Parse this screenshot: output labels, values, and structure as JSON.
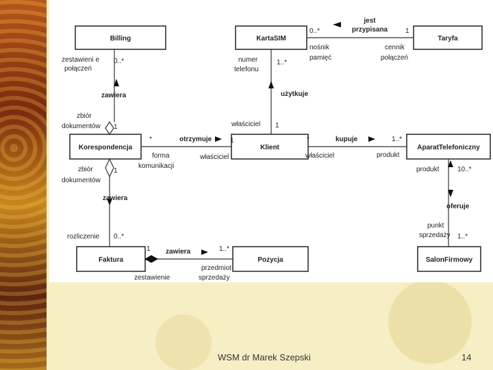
{
  "classes": {
    "billing": "Billing",
    "kartasim": "KartaSIM",
    "taryfa": "Taryfa",
    "korespondencja": "Korespondencja",
    "klient": "Klient",
    "aparat": "AparatTelefoniczny",
    "faktura": "Faktura",
    "pozycja": "Pozycja",
    "salon": "SalonFirmowy"
  },
  "relations": {
    "jest_przypisana_1": "jest",
    "jest_przypisana_2": "przypisana",
    "uzytkuje": "użytkuje",
    "zawiera_top": "zawiera",
    "otrzymuje": "otrzymuje",
    "kupuje": "kupuje",
    "zawiera_mid": "zawiera",
    "oferuje": "oferuje",
    "zawiera_bottom": "zawiera"
  },
  "roles": {
    "billing_zestawienie_1": "zestawieni e",
    "billing_zestawienie_2": "połączeń",
    "nosnik_1": "nośnik",
    "nosnik_2": "pamięć",
    "cennik_1": "cennik",
    "cennik_2": "połączeń",
    "numer_1": "numer",
    "numer_2": "telefonu",
    "zbior_top_1": "zbiór",
    "zbior_top_2": "dokumentów",
    "wlasciciel_vert": "właściciel",
    "forma_1": "forma",
    "forma_2": "komunikacji",
    "wlasciciel_left": "właściciel",
    "wlasciciel_right": "właściciel",
    "produkt_top": "produkt",
    "zbior_bot_1": "zbiór",
    "zbior_bot_2": "dokumentów",
    "produkt_right": "produkt",
    "rozliczenie": "rozliczenie",
    "punkt_1": "punkt",
    "punkt_2": "sprzedaży",
    "zestawienie": "zestawienie",
    "przedmiot_1": "przedmiot",
    "przedmiot_2": "sprzedaży"
  },
  "multiplicities": {
    "sim_taryfa_left": "0..*",
    "sim_taryfa_right": "1",
    "billing_down": "0..*",
    "sim_down": "1..*",
    "kor_top": "1",
    "klient_top": "1",
    "kor_right": "*",
    "klient_left": "1",
    "klient_right": "*",
    "aparat_left": "1..*",
    "kor_bottom": "1",
    "aparat_down": "10..*",
    "faktura_top": "0..*",
    "salon_top": "1..*",
    "faktura_right": "1",
    "pozycja_left": "1..*"
  },
  "footer": {
    "author": "WSM dr Marek Szepski",
    "page": "14"
  }
}
